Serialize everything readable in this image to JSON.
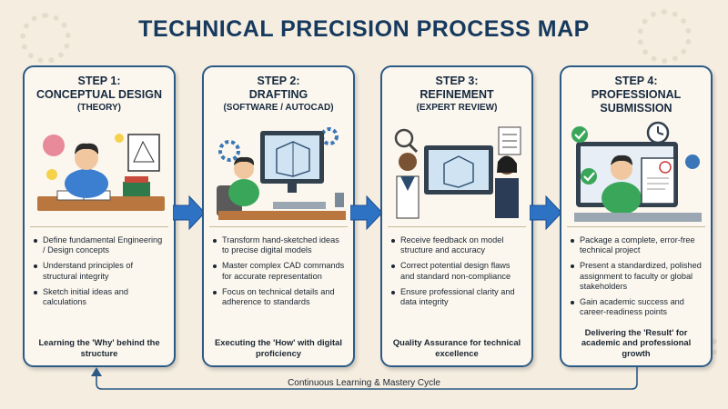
{
  "title": "TECHNICAL PRECISION PROCESS MAP",
  "colors": {
    "background": "#f5ede0",
    "title": "#16395e",
    "card_border": "#2b5a86",
    "arrow": "#2e72c4"
  },
  "steps": [
    {
      "heading": "STEP 1:",
      "name": "CONCEPTUAL DESIGN",
      "sub": "(THEORY)",
      "illustration": "student-sketching-icon",
      "bullets": [
        "Define fundamental Engineering / Design concepts",
        "Understand principles of structural integrity",
        "Sketch initial ideas and calculations"
      ],
      "summary": "Learning the 'Why' behind the structure"
    },
    {
      "heading": "STEP 2:",
      "name": "DRAFTING",
      "sub": "(SOFTWARE / AUTOCAD)",
      "illustration": "cad-workstation-icon",
      "bullets": [
        "Transform hand-sketched ideas to precise digital models",
        "Master complex CAD commands for accurate representation",
        "Focus on technical details and adherence to standards"
      ],
      "summary": "Executing the 'How' with digital proficiency"
    },
    {
      "heading": "STEP 3:",
      "name": "REFINEMENT",
      "sub": "(EXPERT REVIEW)",
      "illustration": "expert-review-icon",
      "bullets": [
        "Receive feedback on model structure and accuracy",
        "Correct potential design flaws and standard non-compliance",
        "Ensure professional clarity and data integrity"
      ],
      "summary": "Quality Assurance for technical excellence"
    },
    {
      "heading": "STEP 4:",
      "name": "PROFESSIONAL",
      "sub": "SUBMISSION",
      "illustration": "graded-submission-icon",
      "bullets": [
        "Package a complete, error-free technical project",
        "Present a standardized, polished assignment to faculty or global stakeholders",
        "Gain academic success and career-readiness points"
      ],
      "summary": "Delivering the 'Result' for academic and professional growth"
    }
  ],
  "cycle_label": "Continuous Learning & Mastery Cycle"
}
